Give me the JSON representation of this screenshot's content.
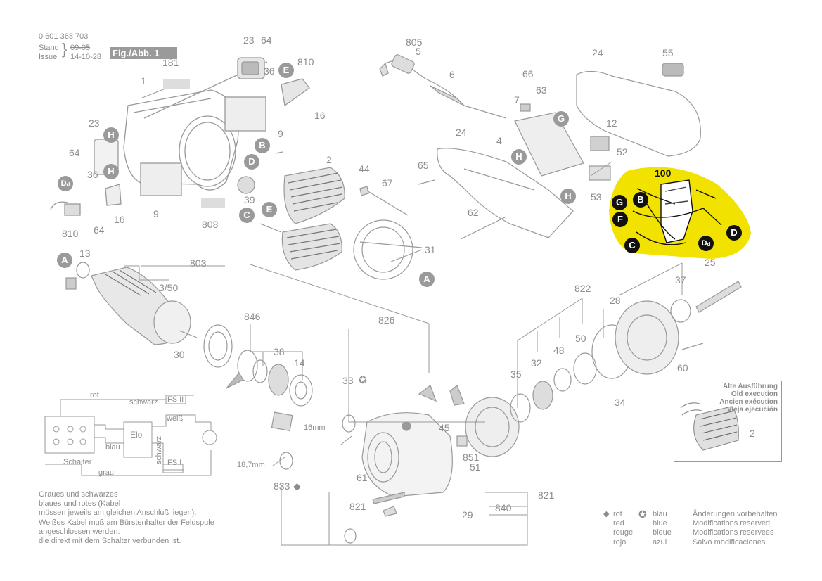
{
  "header": {
    "part_number": "0 601 368 703",
    "stand_label": "Stand",
    "issue_label": "Issue",
    "stand_value": "09-05",
    "issue_value": "14-10-28",
    "figure_label": "Fig./Abb. 1"
  },
  "part_numbers": [
    "181",
    "23",
    "64",
    "1",
    "36",
    "810",
    "16",
    "9",
    "23",
    "64",
    "36",
    "16",
    "810",
    "64",
    "2",
    "39",
    "44",
    "67",
    "31",
    "808",
    "9",
    "805",
    "5",
    "6",
    "66",
    "7",
    "63",
    "4",
    "12",
    "52",
    "53",
    "24",
    "65",
    "62",
    "55",
    "24",
    "100",
    "13",
    "803",
    "3/50",
    "846",
    "38",
    "14",
    "30",
    "826",
    "822",
    "28",
    "37",
    "25",
    "50",
    "48",
    "32",
    "35",
    "60",
    "34",
    "33",
    "45",
    "851",
    "51",
    "61",
    "821",
    "29",
    "840",
    "821",
    "833",
    "2"
  ],
  "callout_badges": [
    "H",
    "B",
    "D",
    "C",
    "E",
    "E",
    "H",
    "Dd",
    "A",
    "A",
    "G",
    "H",
    "H",
    "G",
    "B",
    "F",
    "C",
    "Dd",
    "D"
  ],
  "highlight": {
    "color": "#f2e200",
    "part": "100"
  },
  "wiring": {
    "labels": [
      "rot",
      "schwarz",
      "FS II",
      "weiß",
      "blau",
      "Elo",
      "schwarz",
      "FS I",
      "Schalter",
      "grau"
    ],
    "dim_16": "16mm",
    "dim_18": "18,7mm"
  },
  "notes": [
    "Graues und schwarzes",
    "blaues und rotes (Kabel",
    "müssen jeweils am gleichen Anschluß liegen).",
    "Weißes Kabel muß am Bürstenhalter der Feldspule",
    "angeschlossen werden.",
    "die direkt mit dem Schalter verbunden ist."
  ],
  "legend": {
    "red_symbol": "◆",
    "red": [
      "rot",
      "red",
      "rouge",
      "rojo"
    ],
    "blue_symbol": "✪",
    "blue": [
      "blau",
      "blue",
      "bleue",
      "azul"
    ],
    "changes": [
      "Änderungen vorbehalten",
      "Modifications reserved",
      "Modifications reservees",
      "Salvo modificaciones"
    ]
  },
  "old_execution": {
    "title": [
      "Alte Ausführung",
      "Old execution",
      "Ancien exécution",
      "Vieja ejecución"
    ],
    "part": "2"
  }
}
